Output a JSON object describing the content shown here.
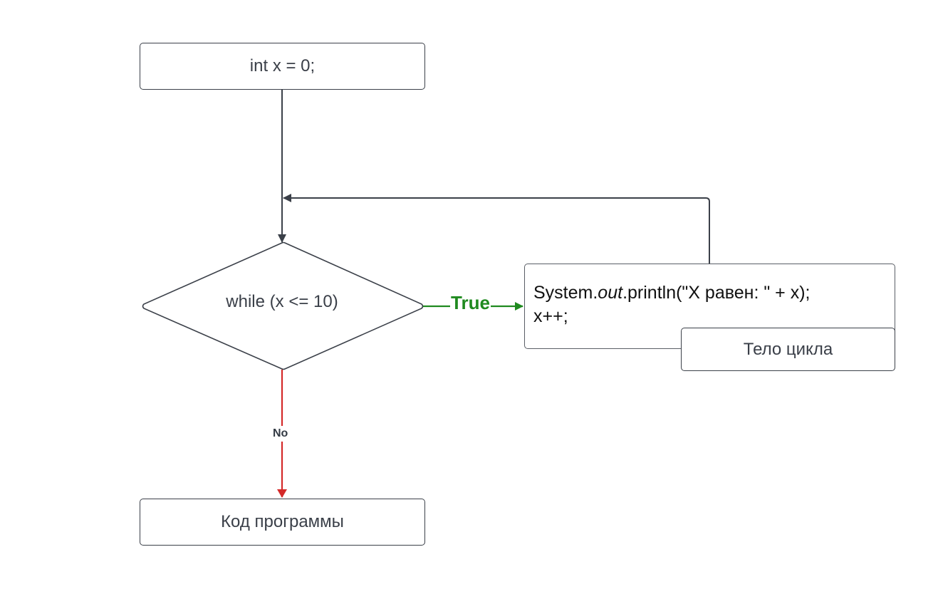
{
  "diagram": {
    "nodes": {
      "init": {
        "text": "int x = 0;"
      },
      "condition": {
        "text": "while (x <= 10)"
      },
      "body": {
        "line1_before": "System.",
        "line1_italic": "out",
        "line1_after": ".println(\"X равен: \" + x);",
        "line2": "x++;"
      },
      "body_label": {
        "text": "Тело цикла"
      },
      "after": {
        "text": "Код программы"
      }
    },
    "edges": {
      "true_label": "True",
      "no_label": "No"
    },
    "colors": {
      "stroke": "#3b4049",
      "true": "#1f8a1f",
      "no": "#d42a2a"
    }
  }
}
